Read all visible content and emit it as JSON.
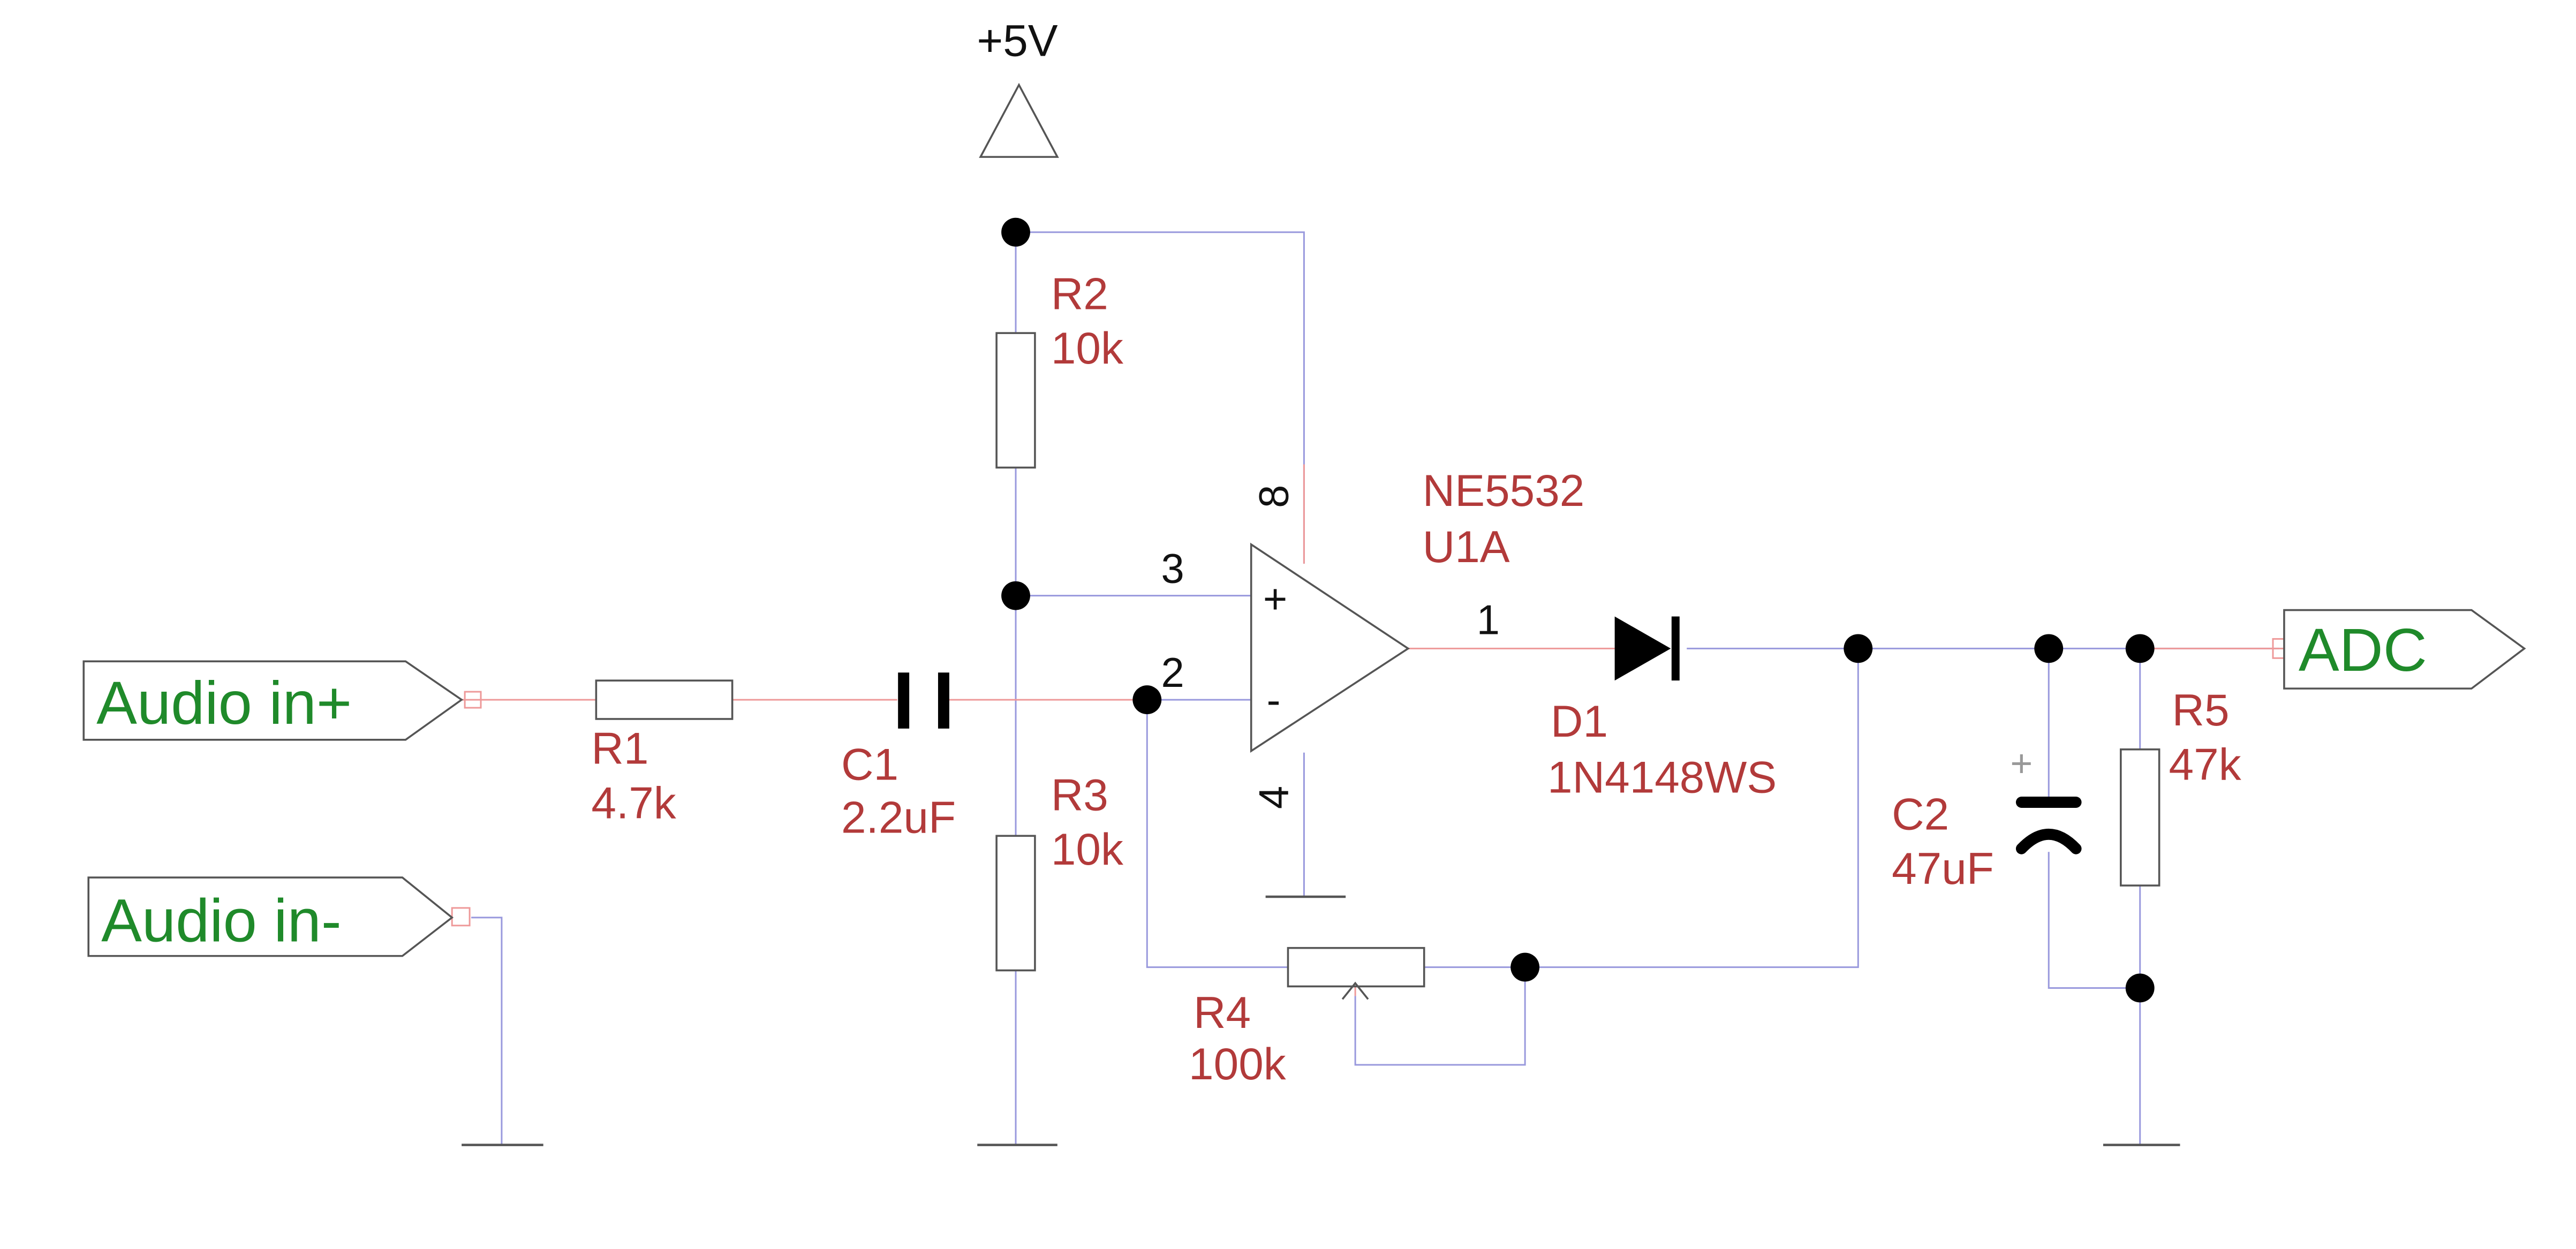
{
  "colors": {
    "wire": "#9999dd",
    "pin_wire": "#ee9999",
    "component": "#555555",
    "junction": "#000000",
    "ref_text": "#b23a3a",
    "port_text": "#1f8a2a",
    "pin_text": "#111111"
  },
  "power": {
    "label": "+5V"
  },
  "ports": {
    "audio_in_plus": "Audio in+",
    "audio_in_minus": "Audio in-",
    "adc": "ADC"
  },
  "components": {
    "r1": {
      "ref": "R1",
      "value": "4.7k"
    },
    "c1": {
      "ref": "C1",
      "value": "2.2uF"
    },
    "r2": {
      "ref": "R2",
      "value": "10k"
    },
    "r3": {
      "ref": "R3",
      "value": "10k"
    },
    "r4": {
      "ref": "R4",
      "value": "100k"
    },
    "u1": {
      "ref": "U1A",
      "value": "NE5532"
    },
    "d1": {
      "ref": "D1",
      "value": "1N4148WS"
    },
    "c2": {
      "ref": "C2",
      "value": "47uF",
      "polarity": "+"
    },
    "r5": {
      "ref": "R5",
      "value": "47k"
    }
  },
  "opamp": {
    "plus_sign": "+",
    "minus_sign": "-",
    "pins": {
      "noninv": "3",
      "inv": "2",
      "out": "1",
      "vcc": "8",
      "gnd": "4"
    }
  }
}
